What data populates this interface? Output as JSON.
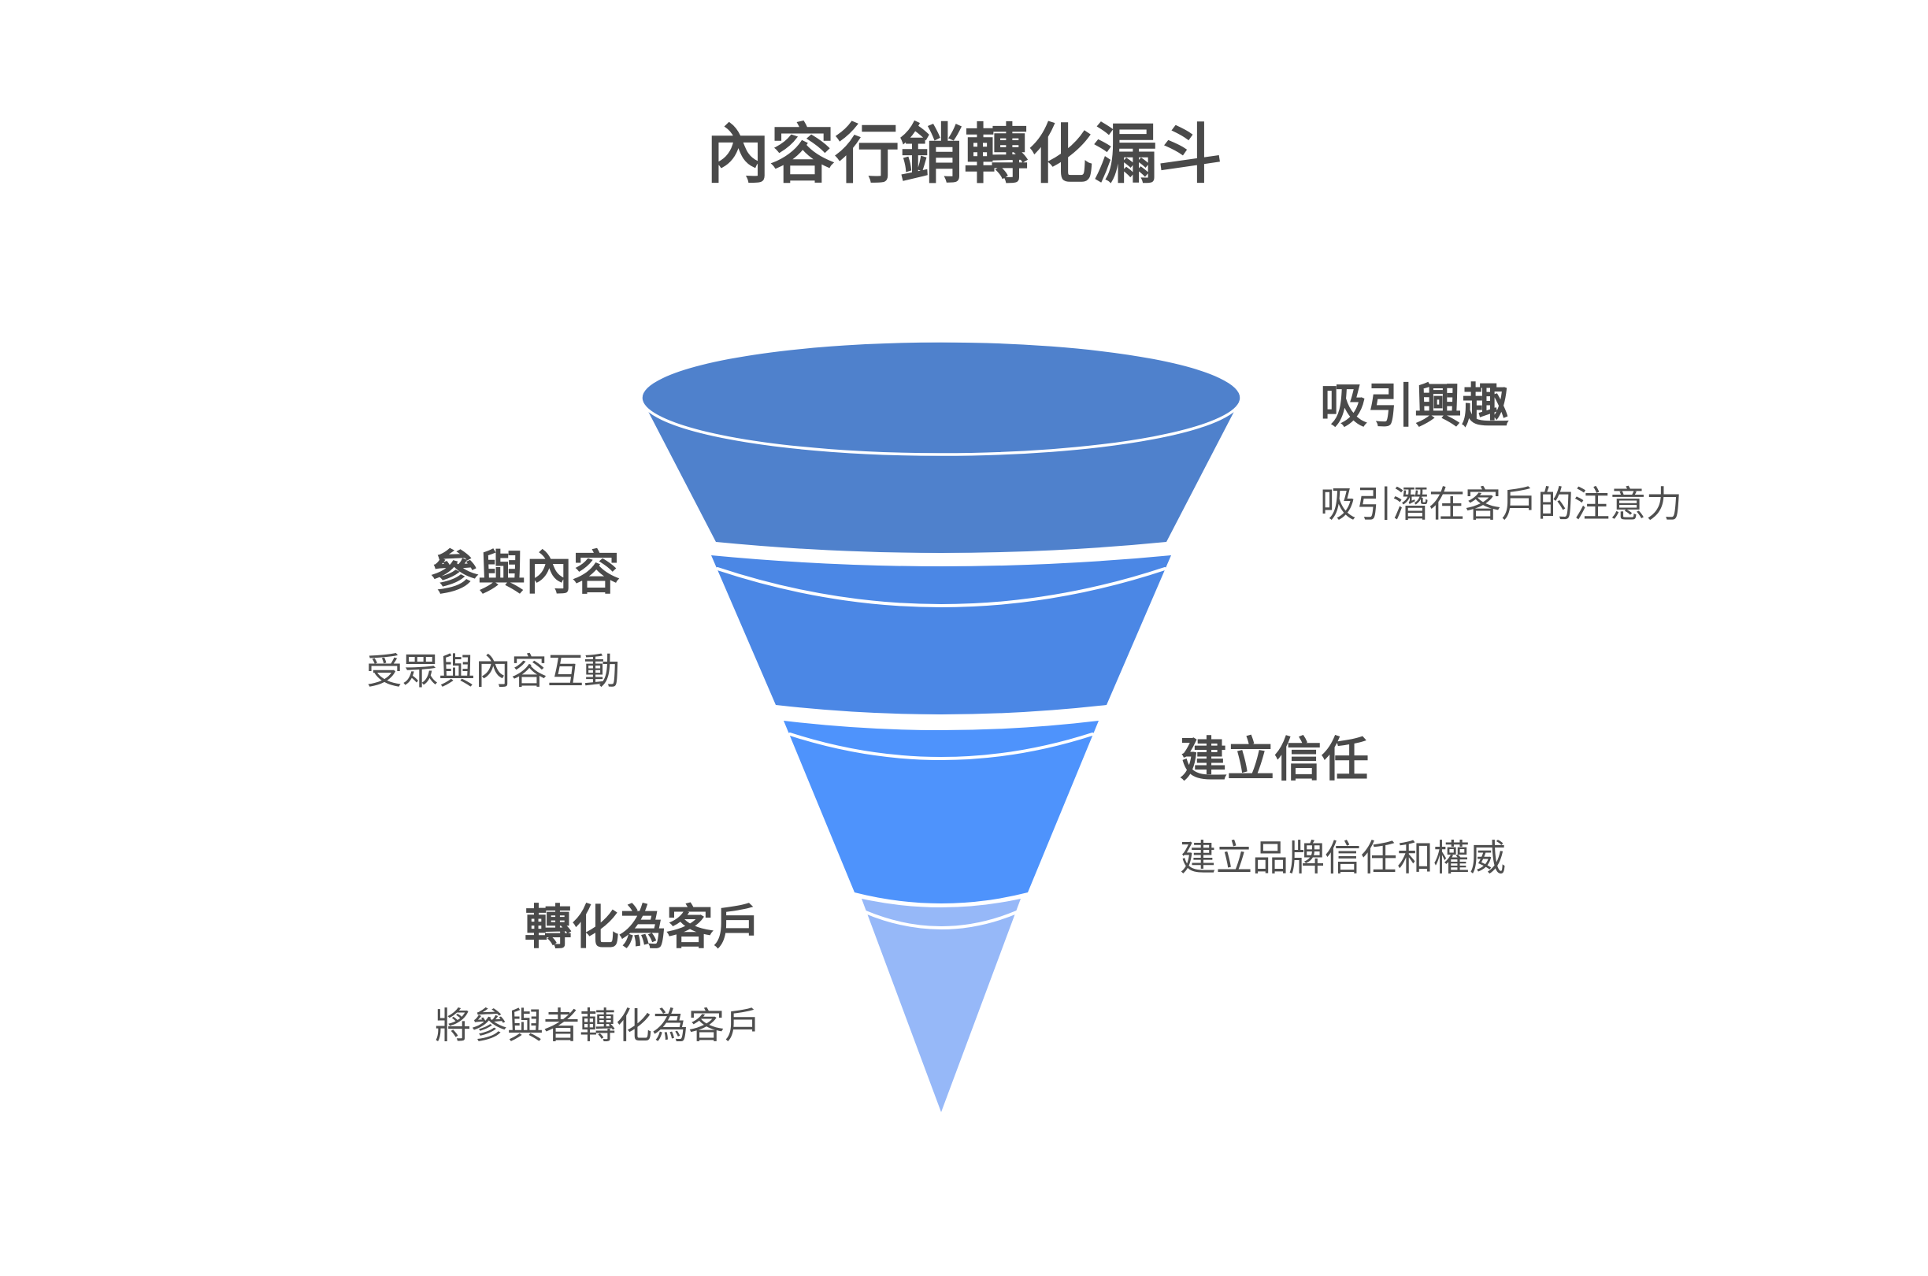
{
  "title": "內容行銷轉化漏斗",
  "colors": {
    "background": "#ffffff",
    "heading_text": "#4a4a4a",
    "description_text": "#4f4f4f",
    "separator": "#ffffff"
  },
  "funnel": {
    "type": "funnel",
    "stages": [
      {
        "label": "吸引興趣",
        "description": "吸引潛在客戶的注意力",
        "color": "#4F81CC",
        "side": "right"
      },
      {
        "label": "參與內容",
        "description": "受眾與內容互動",
        "color": "#4B87E5",
        "side": "left"
      },
      {
        "label": "建立信任",
        "description": "建立品牌信任和權威",
        "color": "#4E93FC",
        "side": "right"
      },
      {
        "label": "轉化為客戶",
        "description": "將參與者轉化為客戶",
        "color": "#96B8F8",
        "side": "left"
      }
    ]
  }
}
